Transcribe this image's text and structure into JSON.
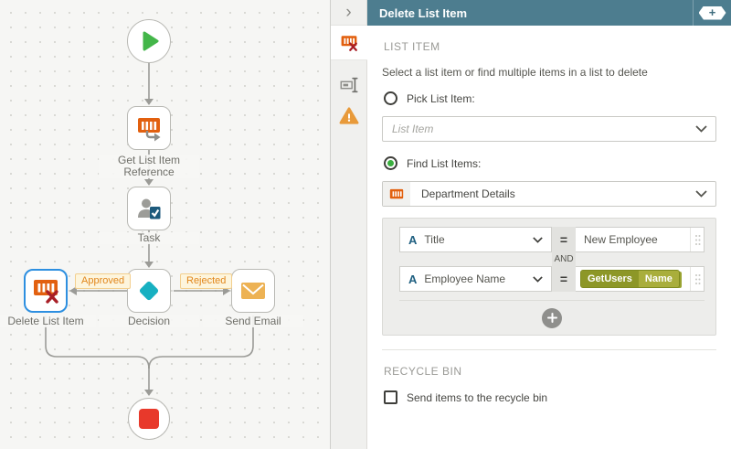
{
  "canvas": {
    "nodes": {
      "start": {
        "label": ""
      },
      "get_ref": {
        "label": "Get List Item Reference"
      },
      "task": {
        "label": "Task"
      },
      "decision": {
        "label": "Decision"
      },
      "delete_item": {
        "label": "Delete List Item"
      },
      "send_email": {
        "label": "Send Email"
      },
      "end": {
        "label": ""
      }
    },
    "edge_labels": {
      "approved": "Approved",
      "rejected": "Rejected"
    }
  },
  "panel": {
    "header": {
      "title": "Delete List Item",
      "add_icon": "+",
      "collapse_icon": "›"
    },
    "list_item": {
      "section_title": "LIST ITEM",
      "description": "Select a list item or find multiple items in a list to delete",
      "pick_label": "Pick List Item:",
      "pick_placeholder": "List Item",
      "find_label": "Find List Items:",
      "list_value": "Department Details",
      "conditions": {
        "joiner": "AND",
        "rows": [
          {
            "field": "Title",
            "operator": "=",
            "value": "New Employee"
          },
          {
            "field": "Employee Name",
            "operator": "=",
            "token_group": "GetUsers",
            "token_field": "Name"
          }
        ]
      }
    },
    "recycle": {
      "section_title": "RECYCLE BIN",
      "checkbox_label": "Send items to the recycle bin"
    }
  },
  "colors": {
    "header": "#4d7d8f",
    "accent_orange": "#e2600f",
    "selected_blue": "#2d8fe0",
    "decision_teal": "#17b0c1",
    "start_green": "#43b649",
    "end_red": "#e8392b",
    "email_amber": "#edb254",
    "token_olive": "#a9ae3c",
    "warn_orange": "#e89a3a",
    "label_orange": "#e1861b"
  }
}
